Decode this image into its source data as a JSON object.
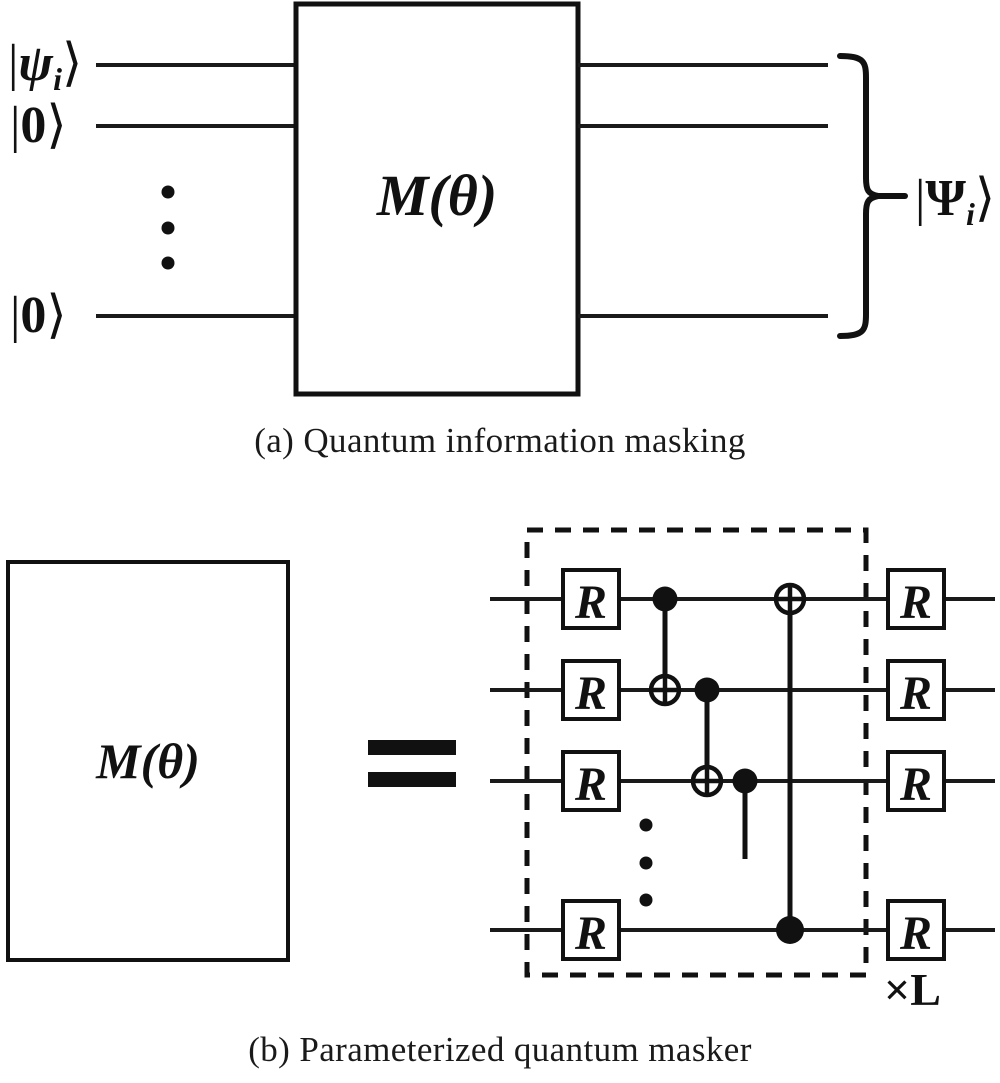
{
  "figure": {
    "panel_a": {
      "caption": "(a) Quantum information masking",
      "gate_label": "M(θ)",
      "input_labels": [
        "|ψ",
        "i",
        "⟩",
        "|0⟩",
        "|0⟩"
      ],
      "inputs": [
        {
          "ket": "|ψᵢ⟩",
          "base": "ψ",
          "sub": "i"
        },
        {
          "ket": "|0⟩",
          "base": "0",
          "sub": ""
        },
        {
          "ket": "|0⟩",
          "base": "0",
          "sub": ""
        }
      ],
      "output_label": "|Ψᵢ⟩",
      "output_base": "Ψ",
      "output_sub": "i",
      "vertical_dots": "⋮",
      "wire_count_shown": 3
    },
    "panel_b": {
      "caption": "(b) Parameterized quantum masker",
      "left_box_label": "M(θ)",
      "equals_sign": "=",
      "repeat_label": "×L",
      "repeat_multiplier": "×",
      "repeat_count": "L",
      "gate_label": "R",
      "wire_count_shown": 4,
      "rotation_layer_1": [
        "R",
        "R",
        "R",
        "R"
      ],
      "rotation_layer_2": [
        "R",
        "R",
        "R",
        "R"
      ],
      "entangling_gates": [
        {
          "type": "cnot",
          "control_wire": 1,
          "target_wire": 2
        },
        {
          "type": "cnot",
          "control_wire": 2,
          "target_wire": 3
        },
        {
          "type": "cnot",
          "control_wire": 3,
          "target_wire": null
        },
        {
          "type": "cnot",
          "control_wire": 4,
          "target_wire": 1
        }
      ],
      "vertical_dots": "⋮"
    }
  },
  "colors": {
    "ink": "#111111",
    "line": "#1a1a1a",
    "background": "#ffffff",
    "dashed_border": "#111111"
  }
}
